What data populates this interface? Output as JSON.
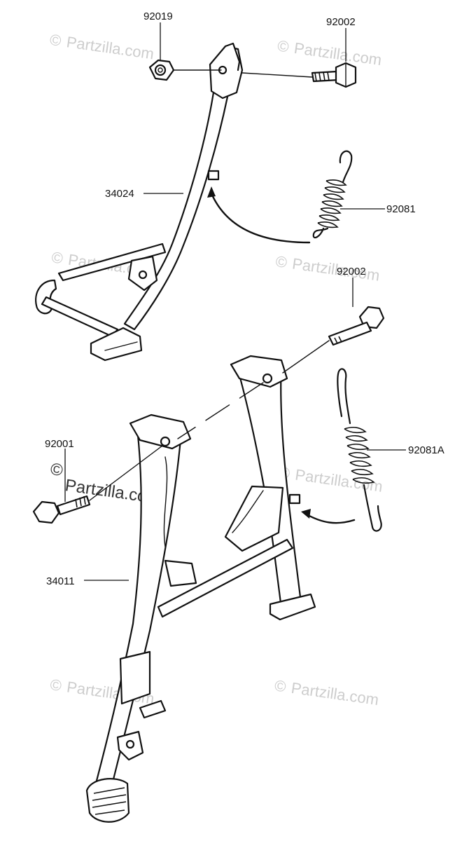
{
  "labels": {
    "p92019": "92019",
    "p92002_top": "92002",
    "p34024": "34024",
    "p92081": "92081",
    "p92002_mid": "92002",
    "p92001": "92001",
    "p92081A": "92081A",
    "p34011": "34011"
  },
  "watermark": {
    "text": "Partzilla.com",
    "symbol": "©"
  }
}
